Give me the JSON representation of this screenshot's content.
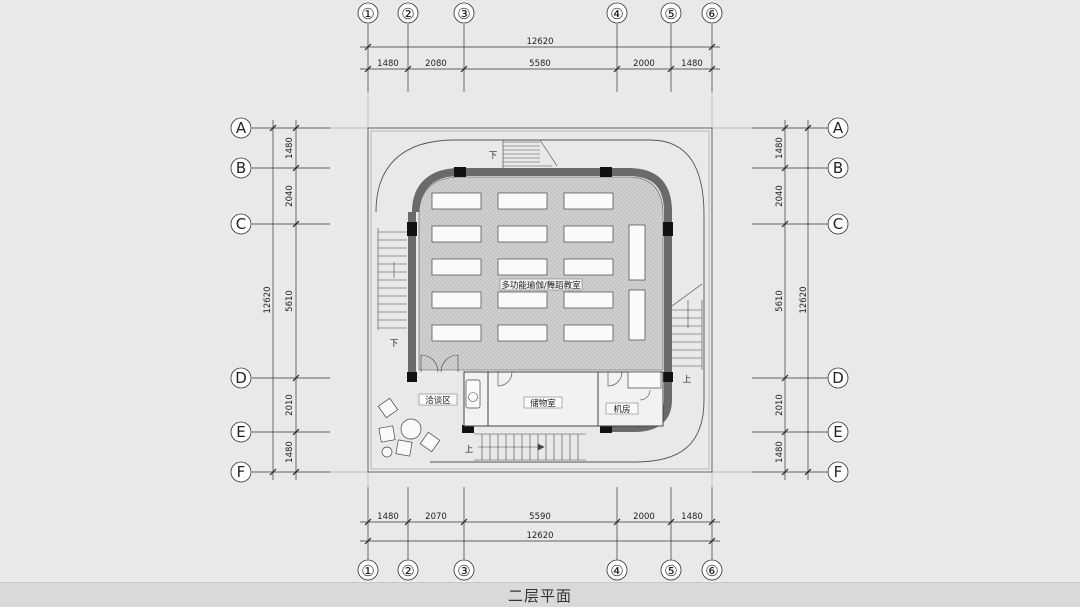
{
  "caption": "二层平面",
  "axes": {
    "columns": [
      "①",
      "②",
      "③",
      "④",
      "⑤",
      "⑥"
    ],
    "rows": [
      "A",
      "B",
      "C",
      "D",
      "E",
      "F"
    ]
  },
  "dimensions": {
    "top_total": "12620",
    "top_segments": [
      "1480",
      "2080",
      "5580",
      "2000",
      "1480"
    ],
    "bottom_segments": [
      "1480",
      "2070",
      "5590",
      "2000",
      "1480"
    ],
    "bottom_total": "12620",
    "left_segments": [
      "1480",
      "2040",
      "5610",
      "2010",
      "1480"
    ],
    "left_total": "12620",
    "right_segments": [
      "1480",
      "2040",
      "5610",
      "2010",
      "1480"
    ],
    "right_total": "12620"
  },
  "rooms": {
    "main_hall": "多功能瑜伽/舞蹈教室",
    "lounge": "洽谈区",
    "storage": "储物室",
    "machine_room": "机房"
  },
  "stair_marks": {
    "down": "下",
    "up": "上"
  },
  "colors": {
    "floor_hatch": "#cfcfcf",
    "wall": "#6a6a6a",
    "line": "#333333",
    "background": "#e9e9e9"
  }
}
